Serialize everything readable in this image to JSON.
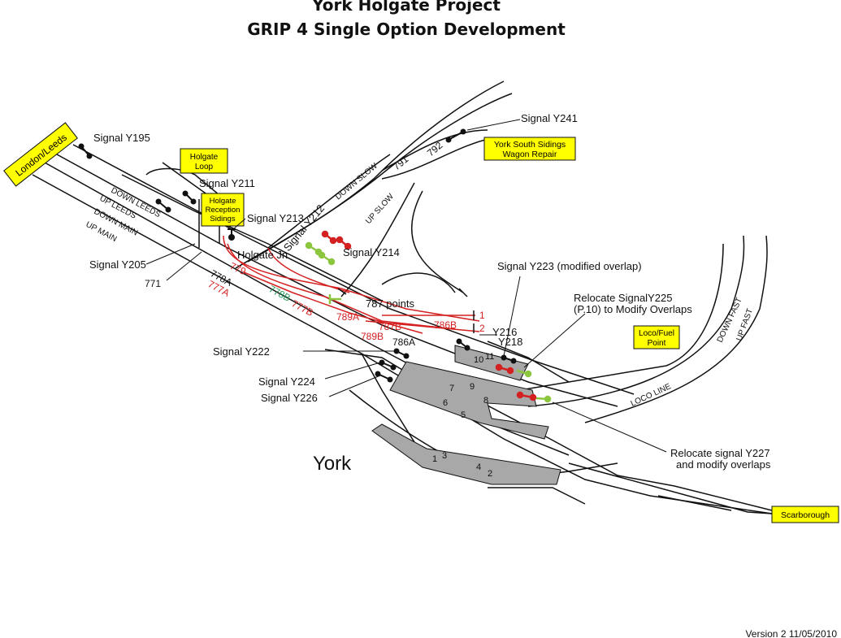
{
  "title": "York Holgate Project",
  "subtitle": "GRIP 4 Single Option Development",
  "version": "Version 2 11/05/2010",
  "city_label": "York",
  "boxes": {
    "london_leeds": "London/Leeds",
    "holgate_loop": [
      "Holgate",
      "Loop"
    ],
    "holgate_reception": [
      "Holgate",
      "Reception",
      "Sidings"
    ],
    "york_south_sidings": [
      "York South Sidings",
      "Wagon Repair"
    ],
    "loco_fuel": [
      "Loco/Fuel",
      "Point"
    ],
    "scarborough": "Scarborough"
  },
  "signals": {
    "y195": "Signal  Y195",
    "y211": "Signal  Y211",
    "y213": "Signal  Y213",
    "y212": "Signal  Y212",
    "y214": "Signal  Y214",
    "y241": "Signal  Y241",
    "y205": "Signal  Y205",
    "y222": "Signal  Y222",
    "y224": "Signal  Y224",
    "y226": "Signal  Y226",
    "y216": "Y216",
    "y218": "Y218",
    "y223": "Signal  Y223 (modified overlap)"
  },
  "notes": {
    "relocate_y225": [
      "Relocate SignalY225",
      "(P.10) to Modify Overlaps"
    ],
    "relocate_y227": [
      "Relocate signal Y227",
      "and modify overlaps"
    ],
    "points_787": "787  points",
    "holgate_jn": "Holgate Jn"
  },
  "line_labels": {
    "down_slow": "DOWN SLOW",
    "up_slow": "UP SLOW",
    "down_leeds": "DOWN LEEDS",
    "up_leeds": "UP LEEDS",
    "down_main": "DOWN MAIN",
    "up_main": "UP MAIN",
    "down_fast": "DOWN FAST",
    "up_fast": "UP FAST",
    "loco_line": "LOCO LINE"
  },
  "point_numbers": {
    "p791": "791",
    "p792": "792",
    "p771": "771",
    "p779": "779",
    "p778a": "778A",
    "p777a": "777A",
    "p778b": "778B",
    "p777b": "777B",
    "p789a": "789A",
    "p787b": "787B",
    "p786b": "786B",
    "p789b": "789B",
    "p786a": "786A"
  },
  "route_numbers": {
    "r1": "1",
    "r2": "2"
  },
  "platforms": [
    "1",
    "2",
    "3",
    "4",
    "5",
    "6",
    "7",
    "8",
    "9",
    "10",
    "11"
  ],
  "colors": {
    "track": "#111111",
    "new_route": "#d42020",
    "green_signal": "#8cc63f",
    "green_label": "#2a9a5a",
    "platform_fill": "#a8a8a8",
    "label_box": "#ffff00"
  }
}
